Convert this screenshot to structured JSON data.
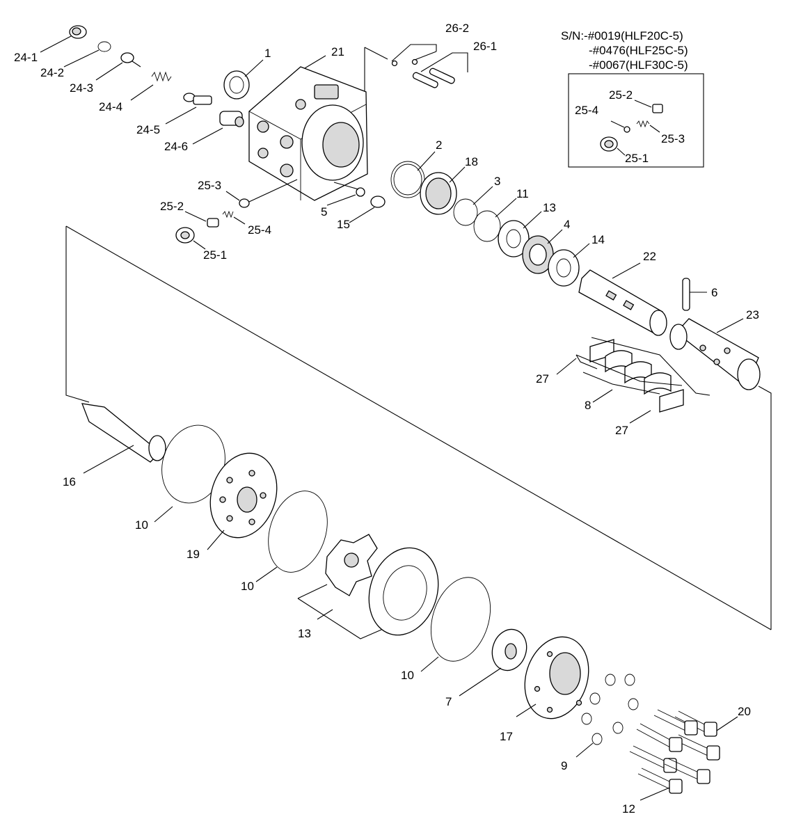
{
  "serial_note": {
    "line1": "S/N:-#0019(HLF20C-5)",
    "line2": "-#0476(HLF25C-5)",
    "line3": "-#0067(HLF30C-5)"
  },
  "labels": {
    "p24_1": "24-1",
    "p24_2": "24-2",
    "p24_3": "24-3",
    "p24_4": "24-4",
    "p24_5": "24-5",
    "p24_6": "24-6",
    "p1": "1",
    "p21": "21",
    "p26_2": "26-2",
    "p26_1": "26-1",
    "p2": "2",
    "p18": "18",
    "p3": "3",
    "p11": "11",
    "p13a": "13",
    "p4": "4",
    "p14": "14",
    "p22": "22",
    "p6": "6",
    "p23": "23",
    "p27a": "27",
    "p8": "8",
    "p27b": "27",
    "p25_3": "25-3",
    "p25_2": "25-2",
    "p25_4": "25-4",
    "p25_1": "25-1",
    "p5": "5",
    "p15": "15",
    "i25_2": "25-2",
    "i25_4": "25-4",
    "i25_3": "25-3",
    "i25_1": "25-1",
    "p16": "16",
    "p10a": "10",
    "p19": "19",
    "p10b": "10",
    "p13b": "13",
    "p10c": "10",
    "p7": "7",
    "p17": "17",
    "p9": "9",
    "p20": "20",
    "p12": "12"
  }
}
